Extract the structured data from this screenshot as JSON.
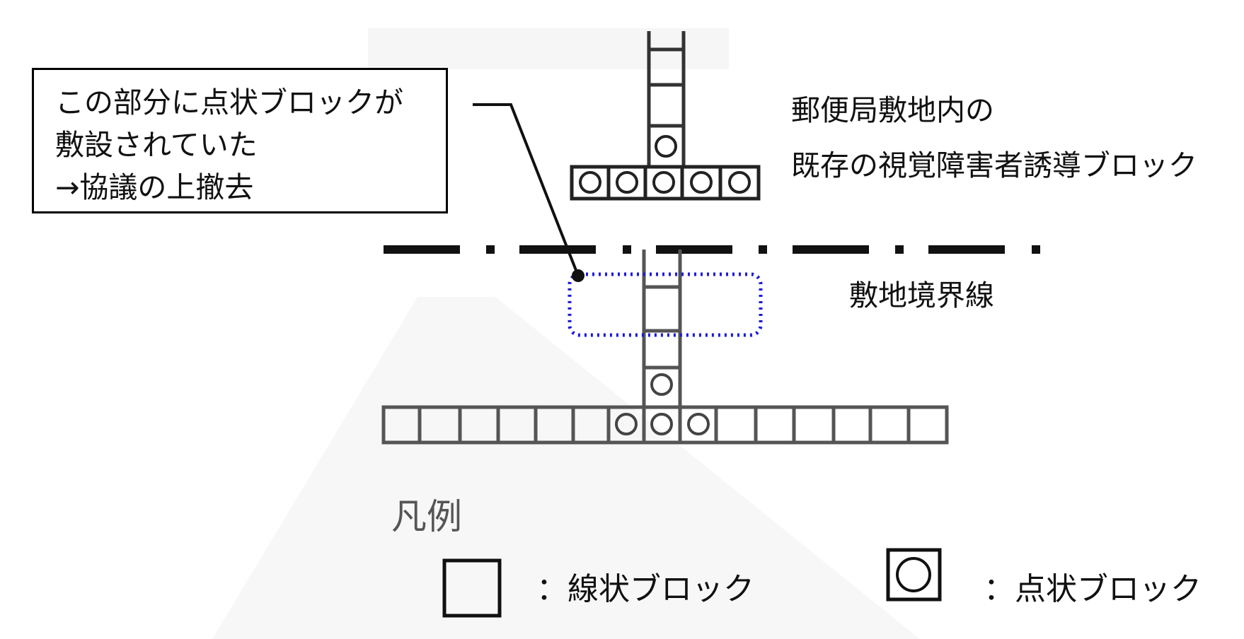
{
  "callout": {
    "line1": "この部分に点状ブロックが",
    "line2": "敷設されていた",
    "line3": "→協議の上撤去"
  },
  "existing_blocks_label": {
    "line1": "郵便局敷地内の",
    "line2": "既存の視覚障害者誘導ブロック"
  },
  "boundary_label": "敷地境界線",
  "legend": {
    "title": "凡例",
    "linear_block_label": "：線状ブロック",
    "point_block_label": "：点状ブロック"
  },
  "colors": {
    "line": "#111111",
    "highlight": "#1a1adf",
    "legend_title": "#555555"
  }
}
